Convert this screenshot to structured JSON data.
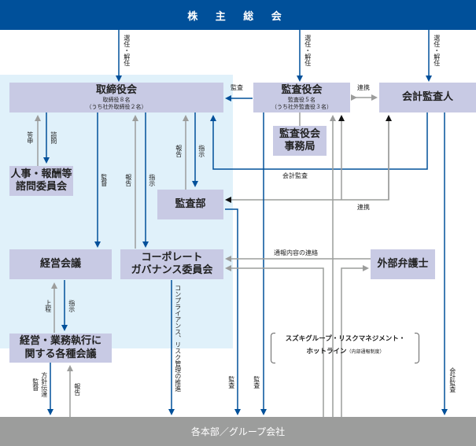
{
  "header": {
    "title": "株 主 総 会"
  },
  "footer": {
    "title": "各本部／グループ会社"
  },
  "boxes": {
    "board": {
      "title": "取締役会",
      "sub1": "取締役８名",
      "sub2": "（うち社外取締役２名）"
    },
    "audit_board": {
      "title": "監査役会",
      "sub1": "監査役５名",
      "sub2": "（うち社外監査役３名）"
    },
    "accounting_auditor": {
      "title": "会計監査人"
    },
    "audit_board_office": {
      "line1": "監査役会",
      "line2": "事務局"
    },
    "hr_committee": {
      "line1": "人事・報酬等",
      "line2": "諮問委員会"
    },
    "audit_dept": {
      "title": "監査部"
    },
    "management_meeting": {
      "title": "経営会議"
    },
    "governance_committee": {
      "line1": "コーポレート",
      "line2": "ガバナンス委員会"
    },
    "external_lawyer": {
      "title": "外部弁護士"
    },
    "execution_meetings": {
      "line1": "経営・業務執行に",
      "line2": "関する各種会議"
    }
  },
  "labels": {
    "elect_dismiss": "選任・解任",
    "audit": "監査",
    "cooperation": "連携",
    "report_answer": "答申",
    "consult": "諮問",
    "supervise": "監督",
    "report": "報告",
    "instruct": "指示",
    "accounting_audit": "会計監査",
    "hotline_contact": "通報内容の連絡",
    "submit": "上程",
    "policy_supervise_a": "方針伝達",
    "policy_supervise_b": "監督",
    "compliance": "コンプライアンス、リスク管理の推進"
  },
  "hotline": {
    "line1": "スズキグループ・リスクマネジメント・",
    "line2": "ホットライン",
    "note": "（内部通報制度）"
  },
  "colors": {
    "header": "#00509a",
    "panel": "#e0f1fa",
    "box": "#c8cae4",
    "blue_arrow": "#00509a",
    "gray_arrow": "#9c9d9c",
    "footer": "#9c9d9c"
  }
}
